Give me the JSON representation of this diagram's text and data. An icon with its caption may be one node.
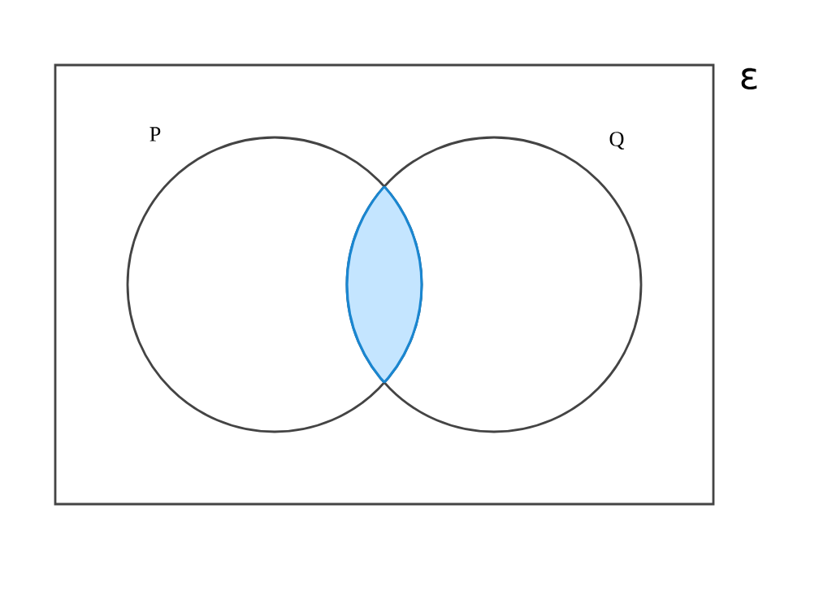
{
  "diagram": {
    "nodes": [
      {
        "text": [
          "ε"
        ]
      },
      {
        "text": [
          "P"
        ],
        "in": 0
      },
      {
        "text": [
          "Q"
        ],
        "in": 0
      },
      {
        "text": [],
        "shape": "lens",
        "in": 0
      }
    ],
    "edges": []
  }
}
